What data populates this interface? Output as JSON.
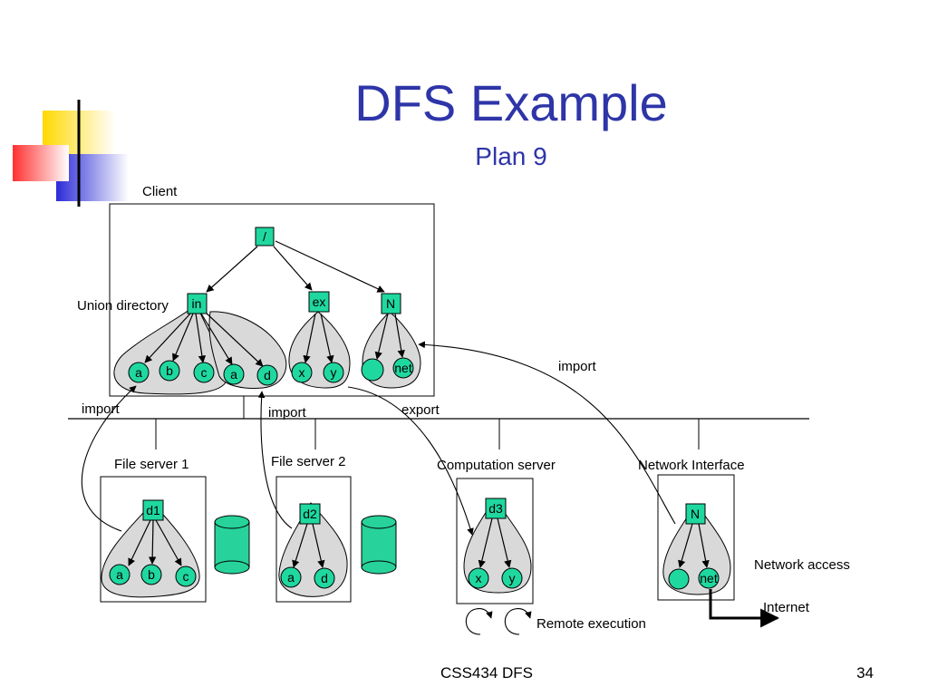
{
  "slide": {
    "title": "DFS Example",
    "subtitle": "Plan 9",
    "footer_left": "CSS434 DFS",
    "page_number": "34"
  },
  "labels": {
    "client": "Client",
    "union_directory": "Union directory",
    "file_server_1": "File server 1",
    "file_server_2": "File server 2",
    "computation_server": "Computation server",
    "network_interface": "Network Interface",
    "network_access": "Network access",
    "internet": "Internet",
    "remote_execution": "Remote execution",
    "import_1": "import",
    "import_2": "import",
    "import_3": "import",
    "export": "export"
  },
  "nodes": {
    "root": "/",
    "in": "in",
    "ex": "ex",
    "N": "N",
    "d1": "d1",
    "d2": "d2",
    "d3": "d3",
    "netif_N": "N",
    "client_a1": "a",
    "client_b": "b",
    "client_c": "c",
    "client_a2": "a",
    "client_d": "d",
    "client_x": "x",
    "client_y": "y",
    "client_net": "net",
    "fs1_a": "a",
    "fs1_b": "b",
    "fs1_c": "c",
    "fs2_a": "a",
    "fs2_d": "d",
    "cs_x": "x",
    "cs_y": "y",
    "ni_net": "net"
  },
  "colors": {
    "title": "#2e35a8",
    "node_fill": "#1fd8a0",
    "disk_fill": "#27d39a",
    "group_fill": "#d9d9d9"
  }
}
